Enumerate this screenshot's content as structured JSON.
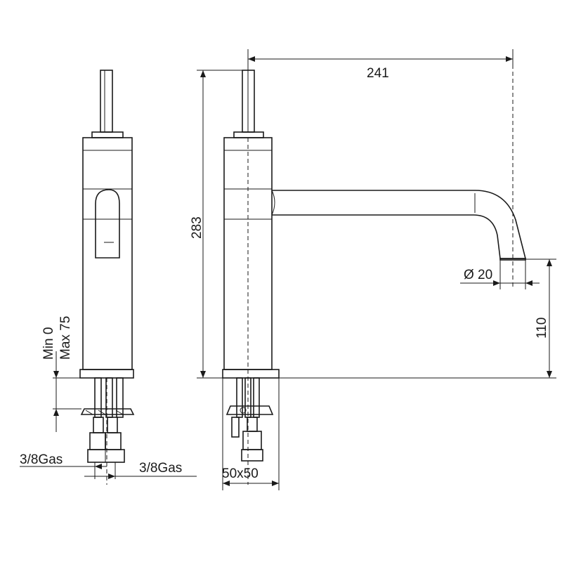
{
  "dimensions": {
    "width": "241",
    "height": "283",
    "outlet_height": "110",
    "outlet_diameter": "Ø 20",
    "base": "50x50",
    "inlet_left": "3/8Gas",
    "inlet_right": "3/8Gas",
    "thickness_min": "Min 0",
    "thickness_max": "Max 75"
  }
}
